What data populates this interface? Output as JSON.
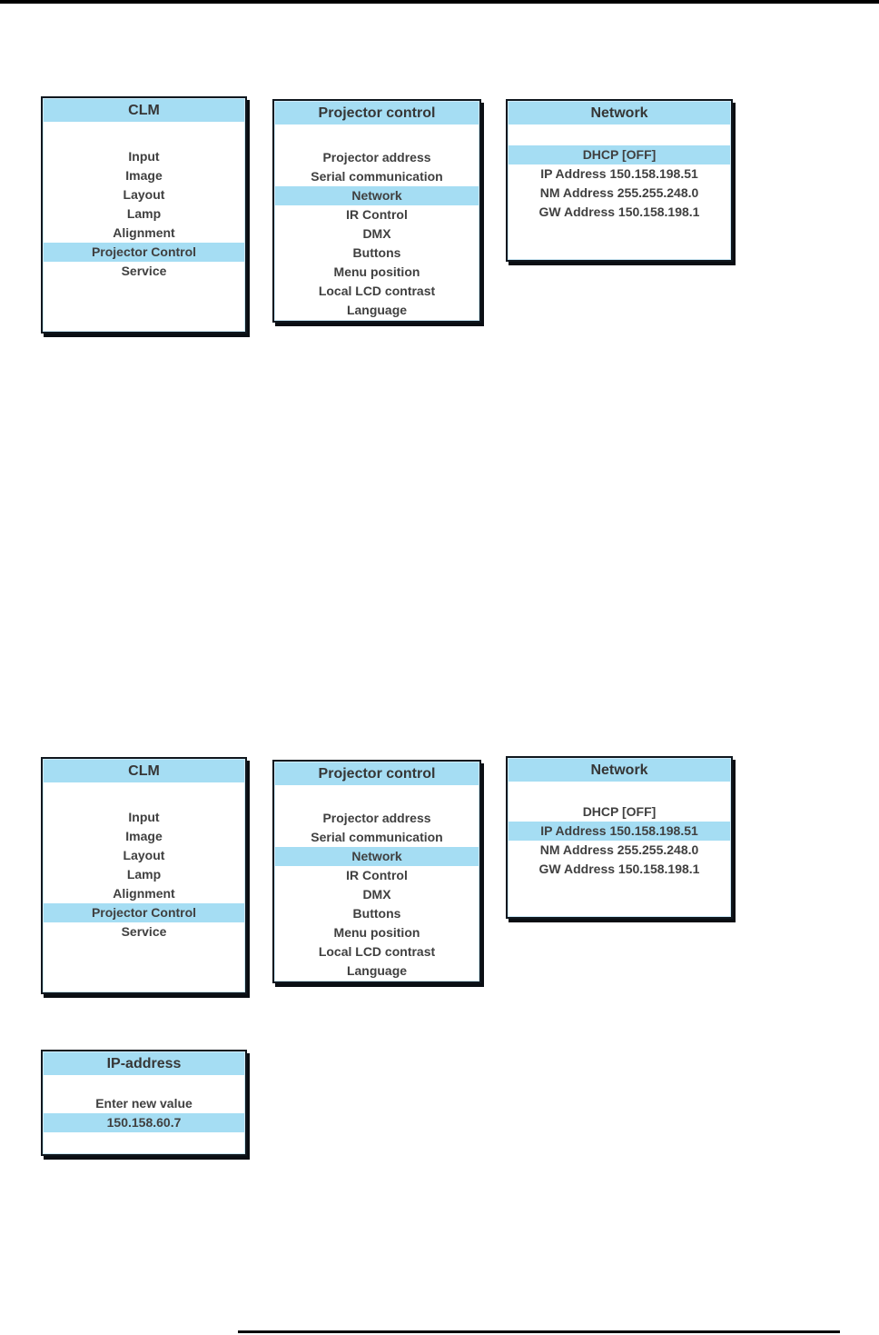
{
  "page": {
    "top_bar_color": "#000000",
    "footer_rule_color": "#000000",
    "background": "#ffffff"
  },
  "colors": {
    "menu_highlight_blue": "#a5ddf3",
    "panel_border": "#10171e",
    "menu_text": "#404040"
  },
  "menus": {
    "clm": {
      "title": "CLM",
      "items": [
        "Input",
        "Image",
        "Layout",
        "Lamp",
        "Alignment",
        "Projector Control",
        "Service"
      ],
      "highlighted_item": "Projector Control"
    },
    "projector_control": {
      "title": "Projector control",
      "items": [
        "Projector address",
        "Serial communication",
        "Network",
        "IR Control",
        "DMX",
        "Buttons",
        "Menu position",
        "Local LCD contrast",
        "Language"
      ],
      "highlighted_item": "Network"
    },
    "network_step1": {
      "title": "Network",
      "items": [
        "DHCP [OFF]",
        "IP Address 150.158.198.51",
        "NM Address 255.255.248.0",
        "GW Address 150.158.198.1"
      ],
      "highlighted_item": "DHCP [OFF]"
    },
    "network_step2": {
      "title": "Network",
      "items": [
        "DHCP [OFF]",
        "IP Address 150.158.198.51",
        "NM Address 255.255.248.0",
        "GW Address 150.158.198.1"
      ],
      "highlighted_item": "IP Address 150.158.198.51"
    },
    "ip_address_dialog": {
      "title": "IP-address",
      "prompt": "Enter new value",
      "value": "150.158.60.7"
    }
  }
}
